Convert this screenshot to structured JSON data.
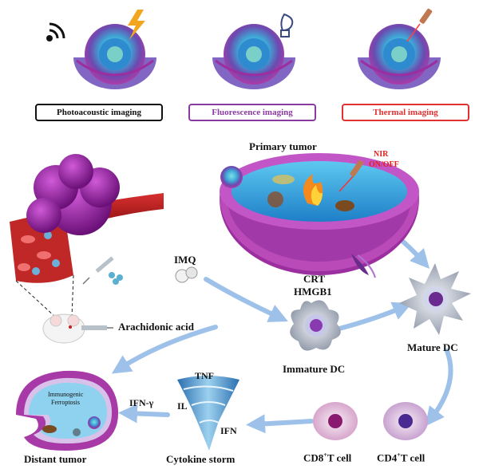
{
  "imaging": {
    "photoacoustic": "Photoacoustic imaging",
    "fluorescence": "Fluorescence imaging",
    "thermal": "Thermal imaging"
  },
  "labels": {
    "primary_tumor": "Primary tumor",
    "nir_line1": "NIR",
    "nir_line2": "ON/OFF",
    "imq": "IMQ",
    "crt": "CRT",
    "hmgb1": "HMGB1",
    "arachidonic_acid": "Arachidonic acid",
    "immature_dc": "Immature DC",
    "mature_dc": "Mature DC",
    "tnf": "TNF",
    "il": "IL",
    "ifn": "IFN",
    "ifn_gamma": "IFN-γ",
    "immunogenic": "Immunogenic",
    "ferroptosis": "Ferroptosis",
    "distant_tumor": "Distant tumor",
    "cytokine_storm": "Cytokine storm",
    "cd8_prefix": "CD8",
    "cd8_suffix": "T cell",
    "cd4_prefix": "CD4",
    "cd4_suffix": "T cell",
    "plus": "+"
  },
  "colors": {
    "photoacoustic_border": "#111111",
    "fluorescence_border": "#8a3aa0",
    "thermal_border": "#e03030",
    "nir_text": "#e02020",
    "arrow": "#9ec1ea",
    "membrane": "#9b2fa0"
  }
}
